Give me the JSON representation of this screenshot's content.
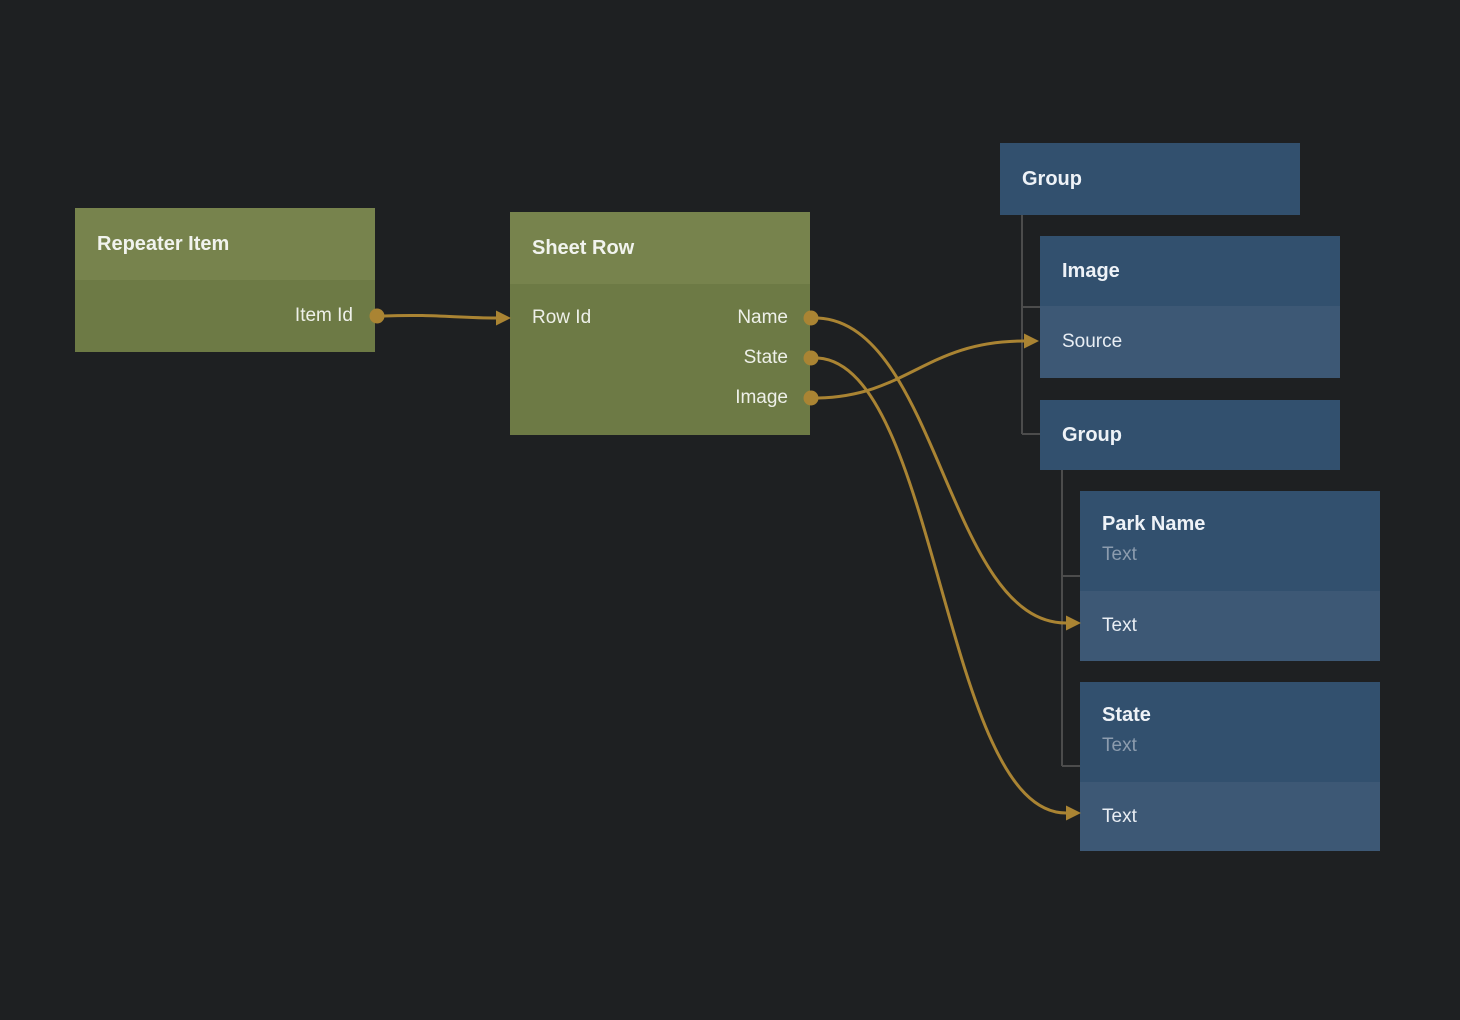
{
  "canvas": {
    "background": "#1e2022"
  },
  "palette": {
    "green_header": "#77834d",
    "green_body": "#6d7a45",
    "blue_header": "#32506e",
    "blue_row": "#3d5875",
    "wire": "#aa8433",
    "tree_line": "#4c4c4c"
  },
  "nodes": {
    "repeater_item": {
      "title": "Repeater Item",
      "output_label": "Item Id"
    },
    "sheet_row": {
      "title": "Sheet Row",
      "input_label": "Row Id",
      "outputs": [
        "Name",
        "State",
        "Image"
      ]
    },
    "group_top": {
      "title": "Group"
    },
    "image": {
      "title": "Image",
      "input_label": "Source"
    },
    "group_inner": {
      "title": "Group"
    },
    "park_name": {
      "title": "Park Name",
      "subtitle": "Text",
      "input_label": "Text"
    },
    "state": {
      "title": "State",
      "subtitle": "Text",
      "input_label": "Text"
    }
  },
  "edges": [
    {
      "from": "Repeater Item / Item Id",
      "to": "Sheet Row / Row Id"
    },
    {
      "from": "Sheet Row / Name",
      "to": "Park Name / Text"
    },
    {
      "from": "Sheet Row / State",
      "to": "State / Text"
    },
    {
      "from": "Sheet Row / Image",
      "to": "Image / Source"
    }
  ]
}
